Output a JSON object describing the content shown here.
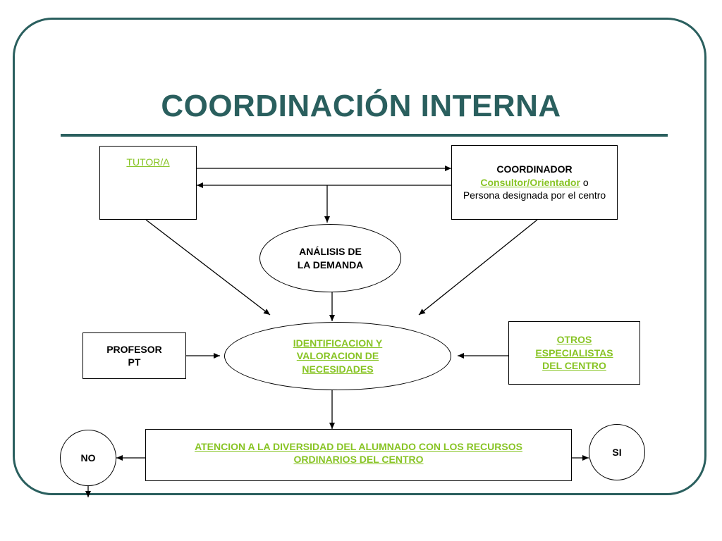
{
  "title": "COORDINACIÓN INTERNA",
  "nodes": {
    "tutor": {
      "label": "TUTOR/A"
    },
    "coordinador": {
      "heading": "COORDINADOR",
      "link": "Consultor/Orientador",
      "connector": " o",
      "rest": "Persona designada por el centro"
    },
    "analisis": {
      "line1": "ANÁLISIS DE",
      "line2": "LA DEMANDA"
    },
    "profesor": {
      "line1": "PROFESOR",
      "line2": "PT"
    },
    "identificacion": {
      "line1": "IDENTIFICACION Y",
      "line2": "VALORACION DE",
      "line3": "NECESIDADES"
    },
    "otros": {
      "line1": "OTROS",
      "line2": "ESPECIALISTAS",
      "line3": "DEL CENTRO"
    },
    "atencion": {
      "line1": "ATENCION A LA DIVERSIDAD DEL ALUMNADO CON LOS RECURSOS",
      "line2": "ORDINARIOS DEL CENTRO"
    },
    "no": {
      "label": "NO"
    },
    "si": {
      "label": "SI"
    }
  },
  "colors": {
    "title": "#2a5f5e",
    "frame": "#2a5f5e",
    "link": "#88c425"
  }
}
